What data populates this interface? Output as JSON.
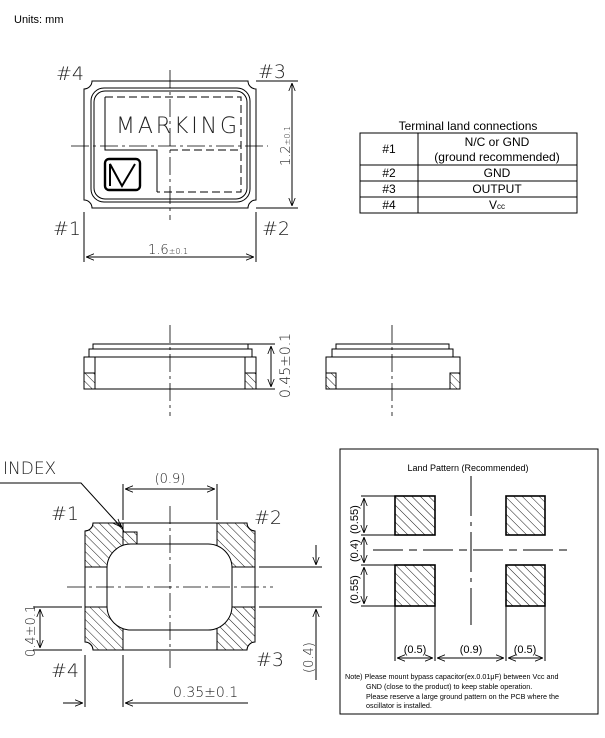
{
  "units_label": "Units: mm",
  "top_view": {
    "pin_labels": [
      "#1",
      "#2",
      "#3",
      "#4"
    ],
    "marking_text": "MARKING",
    "logo_icon": "wave-logo-icon",
    "width_dim": "1.6",
    "width_tol": "±0.1",
    "height_dim": "1.2",
    "height_tol": "±0.1"
  },
  "terminal_table": {
    "title": "Terminal land connections",
    "rows": [
      {
        "pin": "#1",
        "line1": "N/C or GND",
        "line2": "(ground recommended)"
      },
      {
        "pin": "#2",
        "line1": "GND"
      },
      {
        "pin": "#3",
        "line1": "OUTPUT"
      },
      {
        "pin": "#4",
        "line1": "V",
        "sub": "cc"
      }
    ]
  },
  "side_view": {
    "height_dim": "0.45±0.1"
  },
  "bottom_view": {
    "index_label": "INDEX",
    "pin_labels": [
      "#1",
      "#2",
      "#3",
      "#4"
    ],
    "pad_spacing_dim": "(0.9)",
    "pad_height_dim": "0.4±0.1",
    "gap_dim": "(0.4)",
    "pad_width_dim": "0.35±0.1"
  },
  "land_pattern": {
    "title": "Land Pattern (Recommended)",
    "vertical_dims": [
      "(0.55)",
      "(0.4)",
      "(0.55)"
    ],
    "horizontal_dims": [
      "(0.5)",
      "(0.9)",
      "(0.5)"
    ],
    "note_lines": [
      "Note) Please mount bypass capacitor(ex.0.01μF) between Vcc and",
      "GND (close to the product) to keep stable operation.",
      "Please reserve a large ground pattern on the PCB where the",
      "oscillator is installed."
    ]
  }
}
